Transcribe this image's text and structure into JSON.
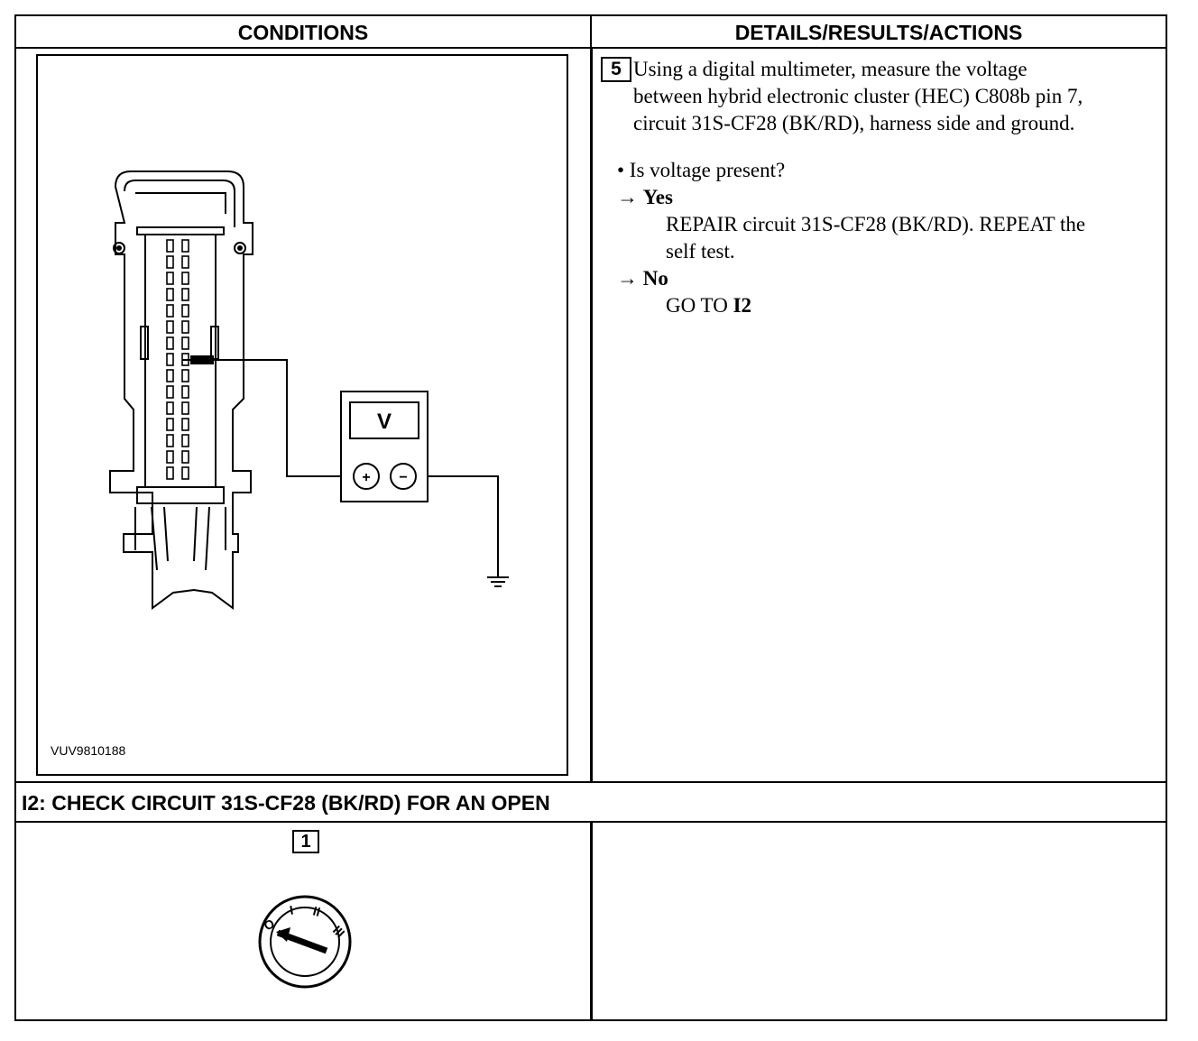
{
  "headers": {
    "conditions": "CONDITIONS",
    "details": "DETAILS/RESULTS/ACTIONS"
  },
  "figure": {
    "code": "VUV9810188",
    "meter_label": "V",
    "plus": "+",
    "minus": "−"
  },
  "step5": {
    "number": "5",
    "line1": "Using a digital multimeter, measure the voltage",
    "line2": "between hybrid electronic cluster (HEC) C808b pin 7,",
    "line3": "circuit 31S-CF28 (BK/RD), harness side and ground.",
    "question": "• Is voltage present?",
    "yes_arrow": "→",
    "yes_label": "Yes",
    "yes_action_1": "REPAIR circuit 31S-CF28 (BK/RD). REPEAT the",
    "yes_action_2": "self test.",
    "no_arrow": "→",
    "no_label": "No",
    "no_action_prefix": "GO TO ",
    "no_action_target": "I2"
  },
  "section_i2": {
    "title": "I2: CHECK CIRCUIT 31S-CF28 (BK/RD) FOR AN OPEN",
    "step_number": "1",
    "ignition_positions": [
      "O",
      "I",
      "II",
      "III"
    ]
  }
}
